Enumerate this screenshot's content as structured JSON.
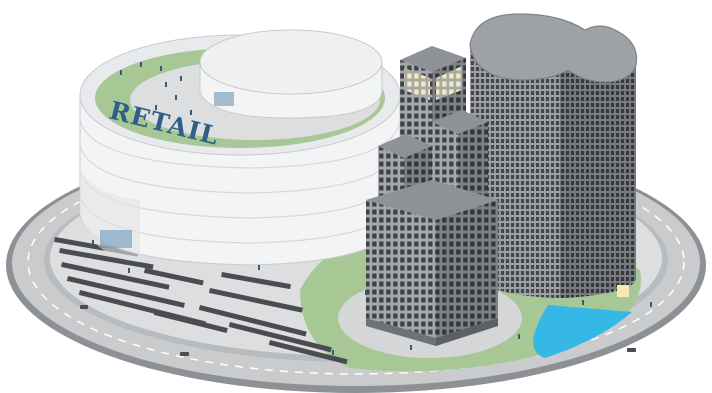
{
  "illustration": {
    "retail_sign": "RETAIL",
    "colors": {
      "road": "#c9cbcd",
      "road_edge": "#8d9094",
      "lane_marking": "#ffffff",
      "lawn": "#a7c895",
      "plaza": "#d4d6d8",
      "mall_wall": "#f3f4f6",
      "mall_roof": "#e8eaed",
      "roof_garden": "#a7c895",
      "tower_face_light": "#a4a8ad",
      "tower_face_dark": "#7e8287",
      "window": "#3f4145",
      "lit_window": "#f6eab5",
      "pool": "#35b8e6",
      "sign_text": "#2f5f86",
      "car": "#4a4c50"
    },
    "icons": [
      "retail-mall",
      "office-tower",
      "cylindrical-tower",
      "pool",
      "parked-car",
      "pedestrian"
    ]
  }
}
